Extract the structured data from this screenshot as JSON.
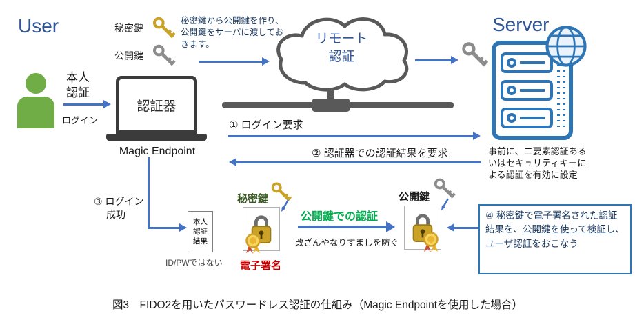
{
  "page": {
    "caption": "図3　FIDO2を用いたパスワードレス認証の仕組み（Magic Endpointを使用した場合）"
  },
  "user": {
    "title": "User",
    "identity": "本人認証",
    "login": "ログイン"
  },
  "authenticator": {
    "screen_label": "認証器",
    "name": "Magic Endpoint"
  },
  "keys": {
    "secret_top": "秘密鍵",
    "public_top": "公開鍵",
    "note": "秘密鍵から公開鍵を作り、公開鍵をサーバに渡しておきます。"
  },
  "cloud": {
    "line1": "リモート",
    "line2": "認証"
  },
  "server": {
    "title": "Server",
    "note": "事前に、二要素認証あるいはセキュリティキーによる認証を有効に設定"
  },
  "steps": {
    "s1": "① ログイン要求",
    "s2": "② 認証器での認証結果を要求",
    "s3_line1": "③ ログイン",
    "s3_line2": "成功",
    "s4_part1": "④ 秘密鍵で電子署名された認証結果を、",
    "s4_underline": "公開鍵を使って検証し",
    "s4_part3": "、ユーザ認証をおこなう"
  },
  "flow": {
    "auth_result": "本人認証結果",
    "not_idpw": "ID/PWではない",
    "secret_key": "秘密鍵",
    "public_key": "公開鍵",
    "signature": "電子署名",
    "pubkey_auth": "公開鍵での認証",
    "prevent": "改ざんやなりすましを防ぐ"
  },
  "colors": {
    "title_blue": "#2F5597",
    "arrow_blue": "#4472C4",
    "server_blue": "#2E75B6",
    "person_green": "#70AD47",
    "signature_red": "#C00000",
    "pubkey_auth_green": "#00B050",
    "secret_key_green": "#385723",
    "gold_key": "#C9A227",
    "gray_key": "#8C8C8C",
    "network_gray": "#595959"
  }
}
